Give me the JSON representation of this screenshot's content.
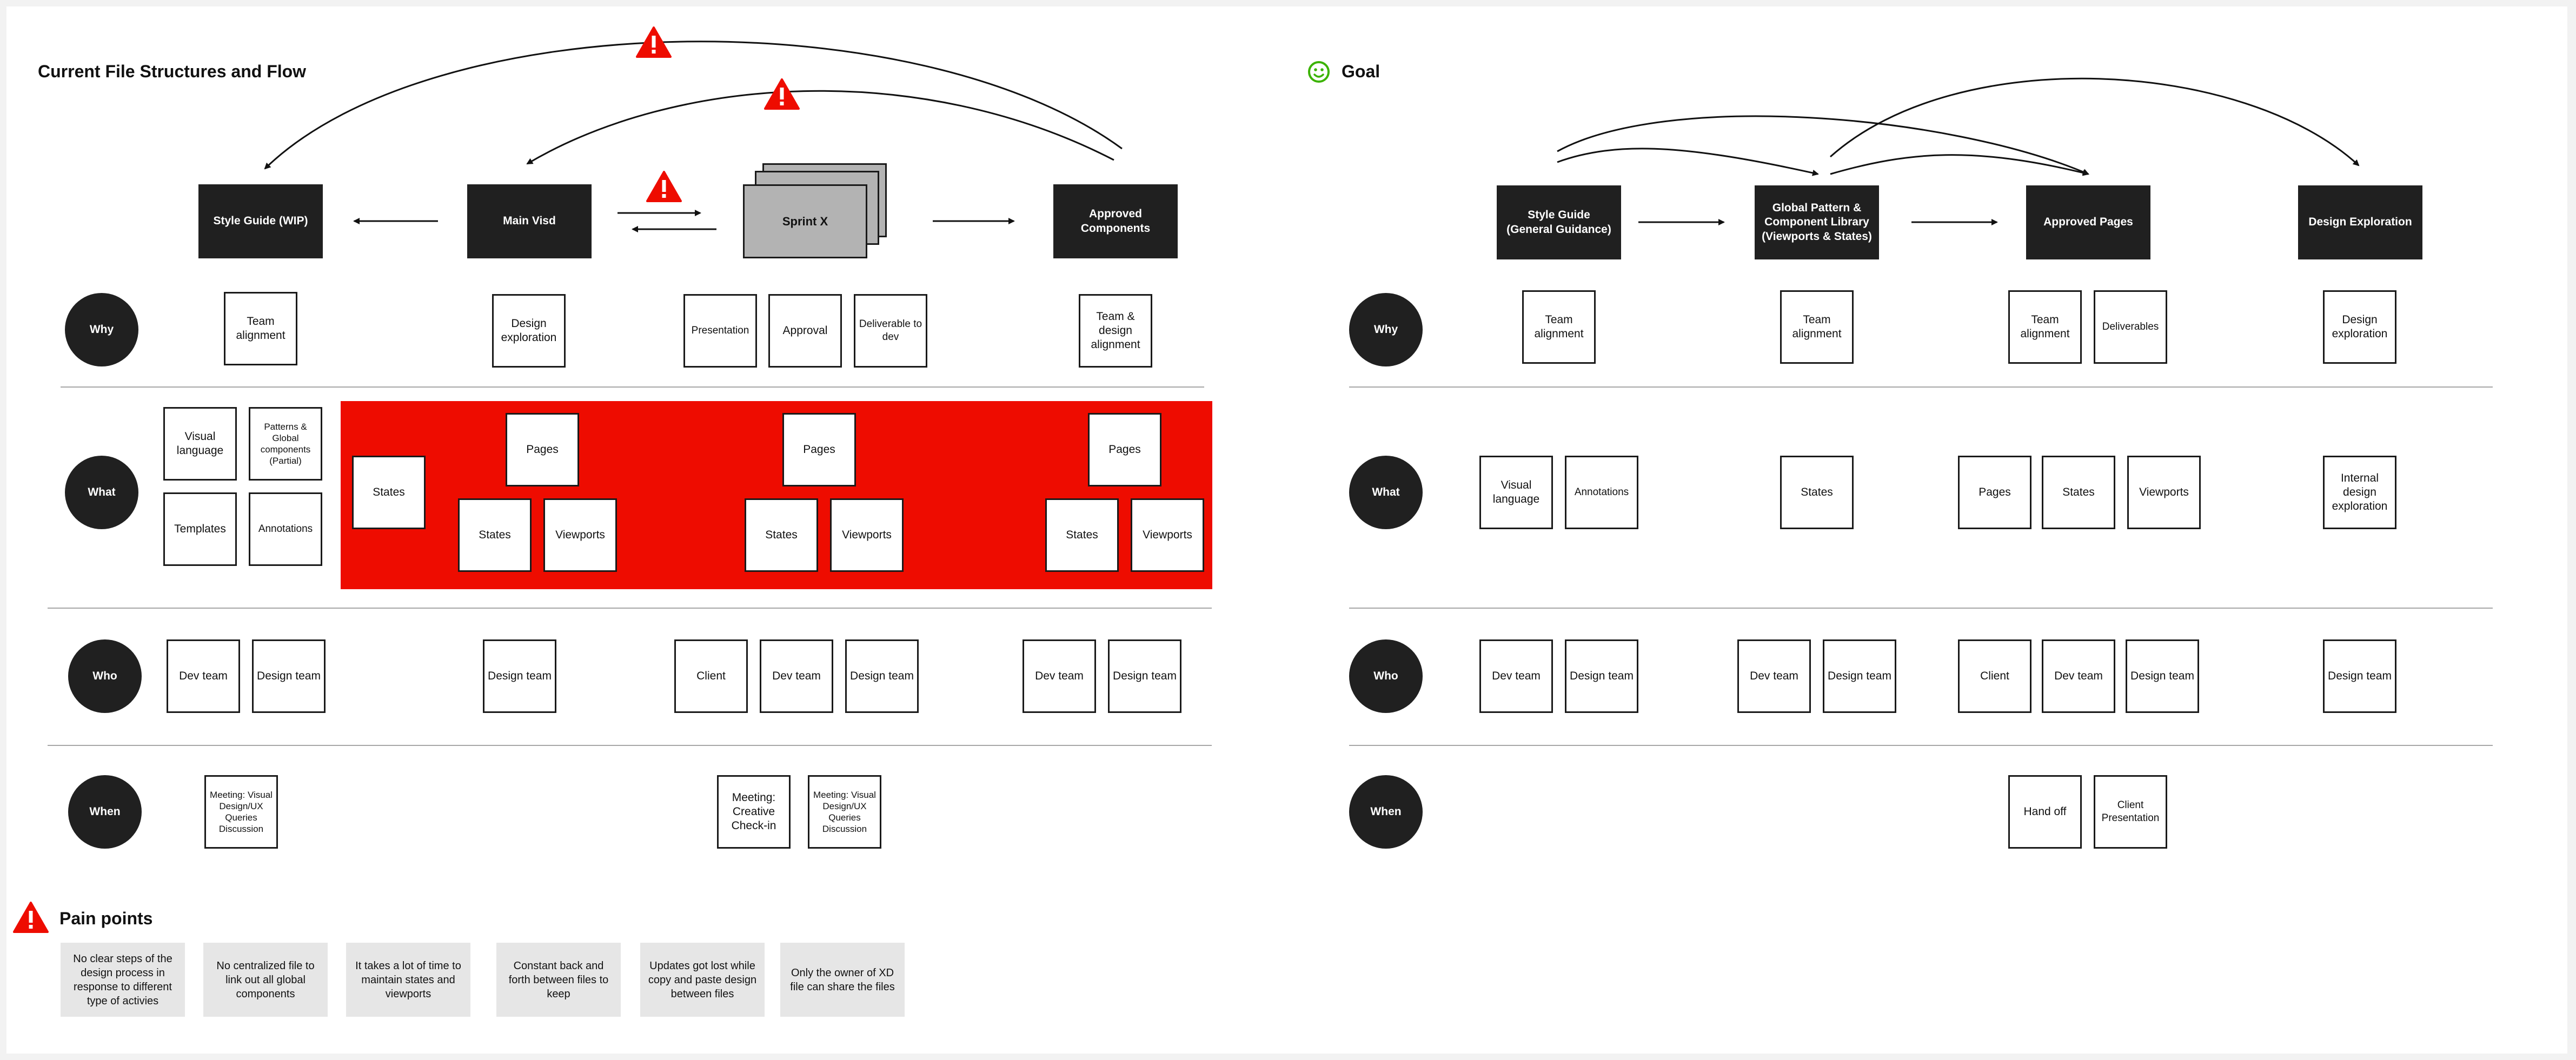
{
  "current": {
    "title": "Current File Structures and Flow",
    "headers": {
      "style_guide": "Style Guide (WIP)",
      "main_visd": "Main Visd",
      "sprint_x": "Sprint X",
      "approved": "Approved Components"
    },
    "row_labels": [
      "Why",
      "What",
      "Who",
      "When"
    ],
    "why": {
      "team_alignment": "Team alignment",
      "design_exploration": "Design exploration",
      "presentation": "Presentation",
      "approval": "Approval",
      "deliverable": "Deliverable to dev",
      "team_design_alignment": "Team & design alignment"
    },
    "what": {
      "visual_language": "Visual language",
      "patterns": "Patterns & Global components (Partial)",
      "templates": "Templates",
      "annotations": "Annotations",
      "states": "States",
      "pages": "Pages",
      "viewports": "Viewports"
    },
    "who": {
      "dev_team": "Dev team",
      "design_team": "Design team",
      "client": "Client"
    },
    "when": {
      "meeting_visual": "Meeting: Visual Design/UX Queries Discussion",
      "meeting_creative": "Meeting: Creative Check-in"
    }
  },
  "goal": {
    "title": "Goal",
    "headers": {
      "style_guide": "Style Guide (General Guidance)",
      "global_library": "Global Pattern & Component Library (Viewports & States)",
      "approved_pages": "Approved Pages",
      "design_exploration": "Design Exploration"
    },
    "row_labels": [
      "Why",
      "What",
      "Who",
      "When"
    ],
    "why": {
      "team_alignment": "Team alignment",
      "deliverables": "Deliverables",
      "design_exploration": "Design exploration"
    },
    "what": {
      "visual_language": "Visual language",
      "annotations": "Annotations",
      "states": "States",
      "pages": "Pages",
      "viewports": "Viewports",
      "internal": "Internal design exploration"
    },
    "who": {
      "dev_team": "Dev team",
      "design_team": "Design team",
      "client": "Client"
    },
    "when": {
      "hand_off": "Hand off",
      "client_presentation": "Client Presentation"
    }
  },
  "pain_points": {
    "title": "Pain points",
    "items": [
      "No clear steps of the design process in response to different type of activies",
      "No centralized file to link out all global components",
      "It takes a lot of time to maintain states and viewports",
      "Constant back and forth between files to keep",
      "Updates got lost while copy and paste design between files",
      "Only the owner of XD file can share the files"
    ]
  },
  "colors": {
    "header_fill": "#202020",
    "warning_red": "#ee0c00",
    "sprint_gray": "#b3b3b3",
    "goal_smile": "#3bb300",
    "pain_fill": "#e6e6e6"
  },
  "icons": {
    "warning": "warning-triangle-icon",
    "goal": "smiley-face-icon"
  }
}
